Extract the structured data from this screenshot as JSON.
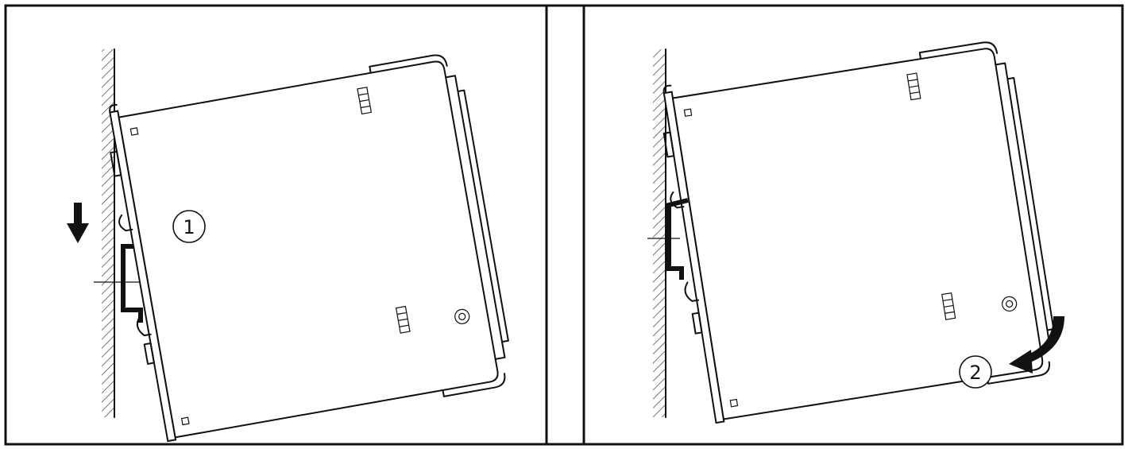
{
  "figure": {
    "panels": [
      {
        "id": "left",
        "step": {
          "label": "1",
          "action": "push-down"
        }
      },
      {
        "id": "right",
        "step": {
          "label": "2",
          "action": "rotate-in"
        }
      }
    ],
    "colors": {
      "line": "#111111",
      "background": "#ffffff",
      "wall_hatch": "#555555"
    },
    "icons": [
      "down-arrow-icon",
      "curved-arrow-icon",
      "din-rail",
      "wall-hatch"
    ]
  }
}
